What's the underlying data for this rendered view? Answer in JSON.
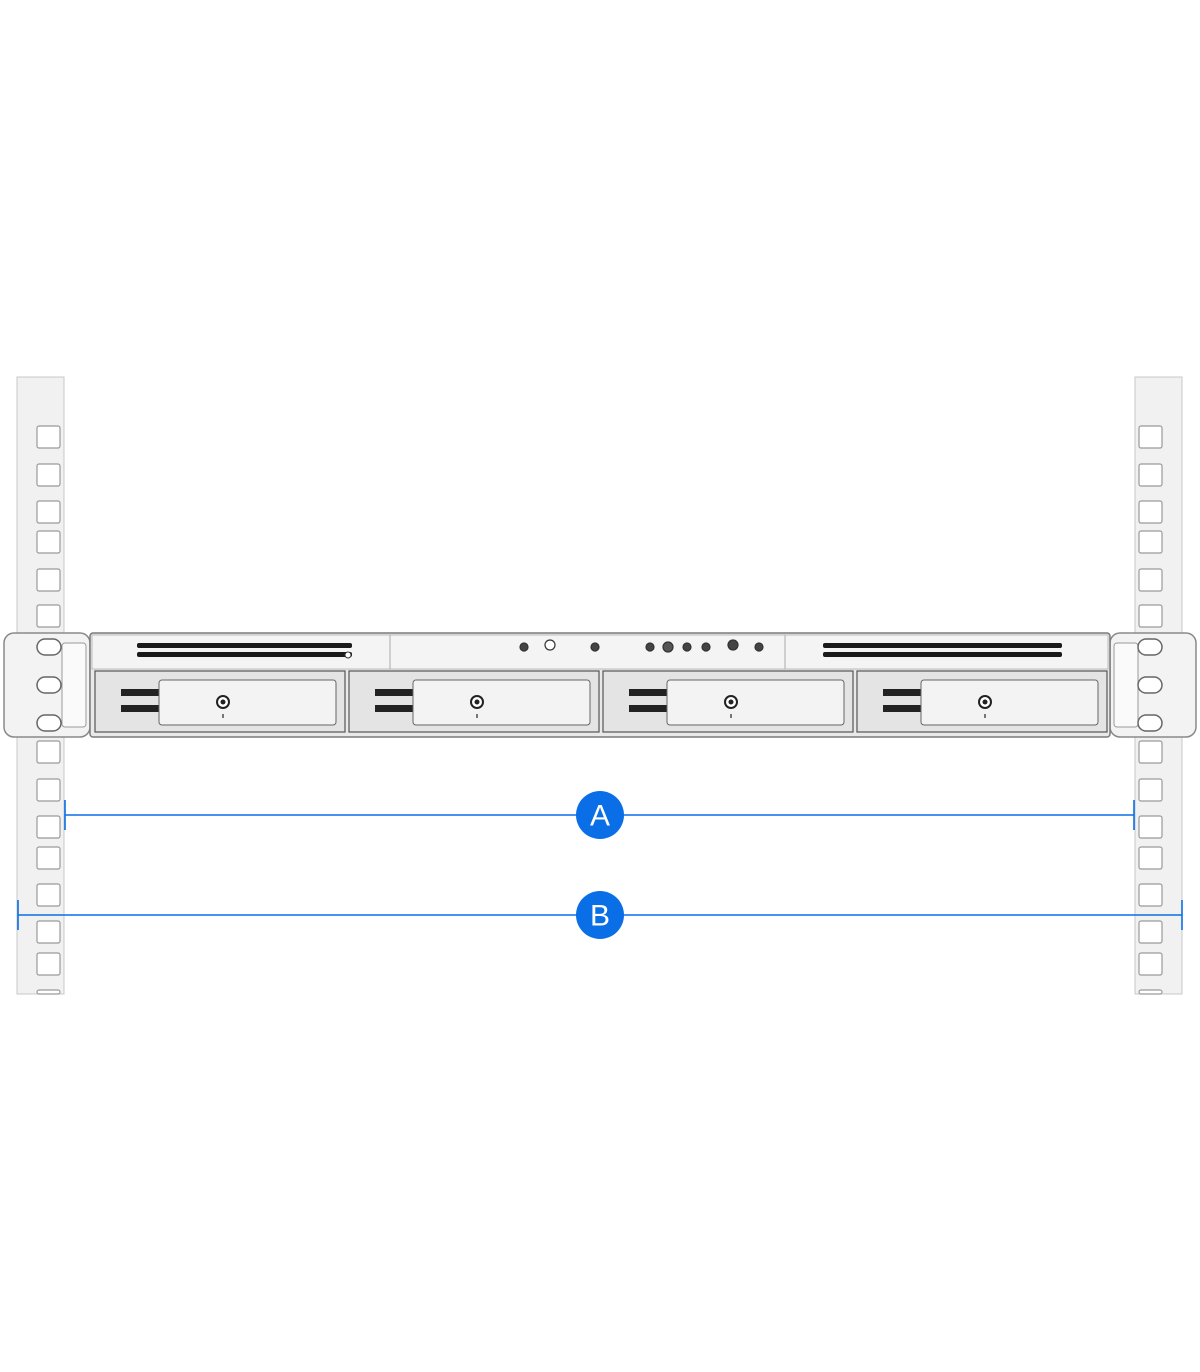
{
  "dimensions": [
    {
      "label": "A",
      "description_span": "inner-rail"
    },
    {
      "label": "B",
      "description_span": "outer-rail"
    }
  ],
  "drive_bays": 4,
  "colors": {
    "accent": "#0a6ee6",
    "rail": "#f1f1f1",
    "chassis": "#f4f4f4",
    "vent": "#1a1a1a"
  }
}
